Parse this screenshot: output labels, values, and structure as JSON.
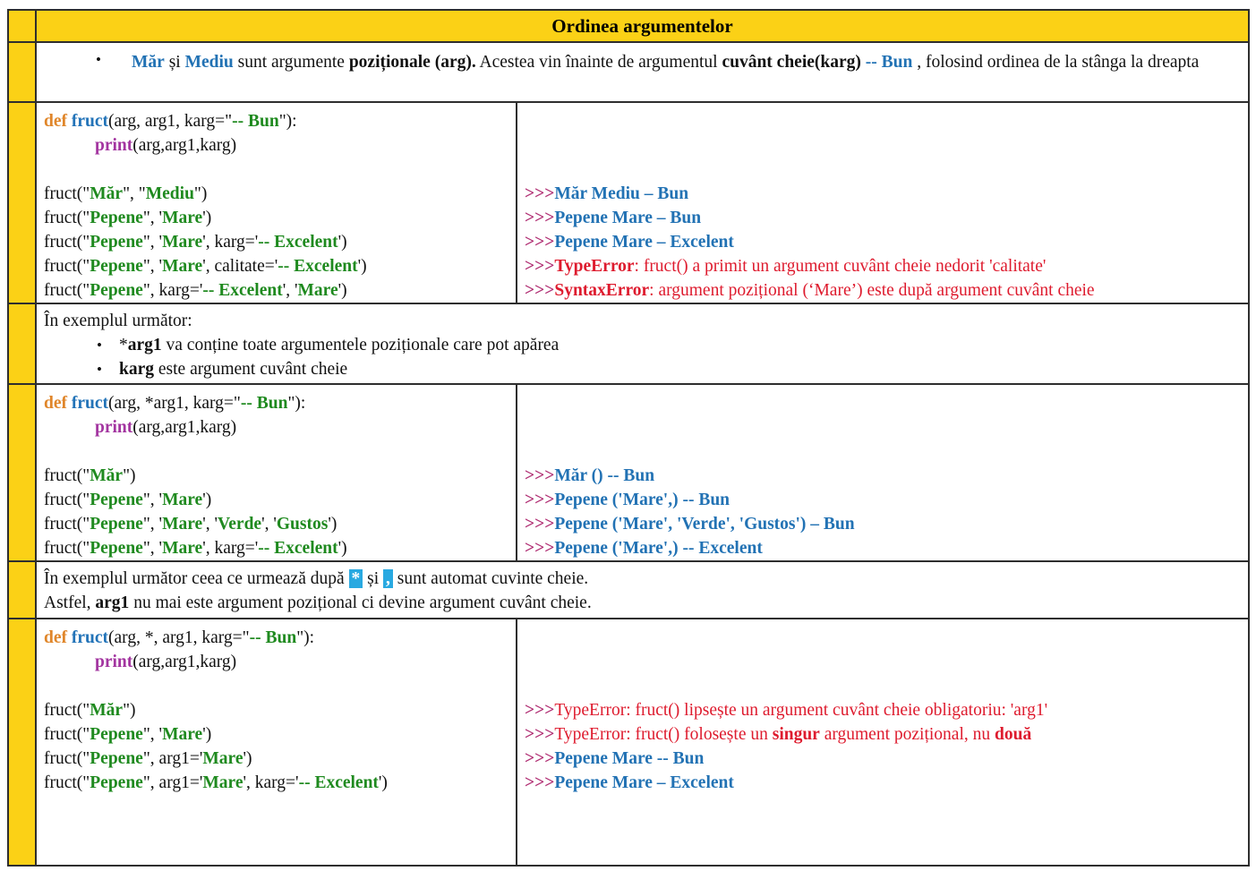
{
  "title": "Ordinea argumentelor",
  "colors": {
    "accent_yellow": "#FBD116",
    "keyword_orange": "#E0862A",
    "function_blue": "#2273B8",
    "print_magenta": "#A335A0",
    "string_green": "#1F8A1F",
    "prompt_magenta": "#B02D72",
    "output_blue": "#2272B4",
    "error_red": "#DE1B2E",
    "highlight_cyan": "#29A9E1"
  },
  "intro": {
    "bullet": "•",
    "segments": [
      {
        "c": "blue",
        "t": "Măr"
      },
      {
        "c": "pl",
        "t": " și "
      },
      {
        "c": "blue",
        "t": "Mediu"
      },
      {
        "c": "pl",
        "t": " sunt argumente "
      },
      {
        "c": "b",
        "t": "poziționale (arg)."
      },
      {
        "c": "pl",
        "t": " Acestea vin înainte de argumentul "
      },
      {
        "c": "b",
        "t": "cuvânt cheie(karg)"
      },
      {
        "c": "pl",
        "t": " "
      },
      {
        "c": "blue",
        "t": "-- Bun"
      },
      {
        "c": "pl",
        "t": " , folosind ordinea de la stânga la dreapta"
      }
    ]
  },
  "code1": {
    "lines": [
      {
        "seg": [
          {
            "c": "kw",
            "t": "def"
          },
          {
            "c": "pl",
            "t": " "
          },
          {
            "c": "fn",
            "t": "fruct"
          },
          {
            "c": "pl",
            "t": "(arg, arg1, karg=\""
          },
          {
            "c": "str",
            "t": "-- Bun"
          },
          {
            "c": "pl",
            "t": "\"):"
          }
        ]
      },
      {
        "ind": true,
        "seg": [
          {
            "c": "pr",
            "t": "print"
          },
          {
            "c": "pl",
            "t": "(arg,arg1,karg)"
          }
        ]
      },
      {
        "seg": []
      },
      {
        "seg": [
          {
            "c": "pl",
            "t": "fruct(\""
          },
          {
            "c": "str",
            "t": "Măr"
          },
          {
            "c": "pl",
            "t": "\", \""
          },
          {
            "c": "str",
            "t": "Mediu"
          },
          {
            "c": "pl",
            "t": "\")"
          }
        ]
      },
      {
        "seg": [
          {
            "c": "pl",
            "t": "fruct(\""
          },
          {
            "c": "str",
            "t": "Pepene"
          },
          {
            "c": "pl",
            "t": "\", '"
          },
          {
            "c": "str",
            "t": "Mare"
          },
          {
            "c": "pl",
            "t": "')"
          }
        ]
      },
      {
        "seg": [
          {
            "c": "pl",
            "t": "fruct(\""
          },
          {
            "c": "str",
            "t": "Pepene"
          },
          {
            "c": "pl",
            "t": "\", '"
          },
          {
            "c": "str",
            "t": "Mare"
          },
          {
            "c": "pl",
            "t": "', karg='"
          },
          {
            "c": "str",
            "t": "-- Excelent"
          },
          {
            "c": "pl",
            "t": "')"
          }
        ]
      },
      {
        "seg": [
          {
            "c": "pl",
            "t": "fruct(\""
          },
          {
            "c": "str",
            "t": "Pepene"
          },
          {
            "c": "pl",
            "t": "\", '"
          },
          {
            "c": "str",
            "t": "Mare"
          },
          {
            "c": "pl",
            "t": "', calitate='"
          },
          {
            "c": "str",
            "t": "-- Excelent"
          },
          {
            "c": "pl",
            "t": "')"
          }
        ]
      },
      {
        "seg": [
          {
            "c": "pl",
            "t": "fruct(\""
          },
          {
            "c": "str",
            "t": "Pepene"
          },
          {
            "c": "pl",
            "t": "\", karg='"
          },
          {
            "c": "str",
            "t": "-- Excelent"
          },
          {
            "c": "pl",
            "t": "', '"
          },
          {
            "c": "str",
            "t": "Mare"
          },
          {
            "c": "pl",
            "t": "')"
          }
        ]
      }
    ]
  },
  "out1": {
    "lines": [
      {
        "seg": []
      },
      {
        "seg": []
      },
      {
        "seg": []
      },
      {
        "seg": [
          {
            "c": "prompt",
            "t": ">>>"
          },
          {
            "c": "out",
            "t": "Măr Mediu – Bun"
          }
        ]
      },
      {
        "seg": [
          {
            "c": "prompt",
            "t": ">>>"
          },
          {
            "c": "out",
            "t": "Pepene Mare – Bun"
          }
        ]
      },
      {
        "seg": [
          {
            "c": "prompt",
            "t": ">>>"
          },
          {
            "c": "out",
            "t": "Pepene Mare – Excelent"
          }
        ]
      },
      {
        "seg": [
          {
            "c": "prompt",
            "t": ">>>"
          },
          {
            "c": "errb",
            "t": "TypeError"
          },
          {
            "c": "err",
            "t": ": fruct() a primit un argument cuvânt cheie nedorit 'calitate'"
          }
        ]
      },
      {
        "seg": [
          {
            "c": "prompt",
            "t": ">>>"
          },
          {
            "c": "errb",
            "t": "SyntaxError"
          },
          {
            "c": "err",
            "t": ": argument pozițional (‘Mare’) este după argument cuvânt cheie"
          }
        ]
      }
    ]
  },
  "note1": {
    "lines": [
      {
        "seg": [
          {
            "c": "pl",
            "t": "În exemplul următor:"
          }
        ]
      },
      {
        "bullet": "•",
        "seg": [
          {
            "c": "pl",
            "t": "*"
          },
          {
            "c": "b",
            "t": "arg1"
          },
          {
            "c": "pl",
            "t": " va conține toate argumentele poziționale care pot apărea"
          }
        ]
      },
      {
        "bullet": "•",
        "seg": [
          {
            "c": "b",
            "t": "karg"
          },
          {
            "c": "pl",
            "t": " este argument cuvânt cheie"
          }
        ]
      }
    ]
  },
  "code2": {
    "lines": [
      {
        "seg": [
          {
            "c": "kw",
            "t": "def"
          },
          {
            "c": "pl",
            "t": " "
          },
          {
            "c": "fn",
            "t": "fruct"
          },
          {
            "c": "pl",
            "t": "(arg, *arg1, karg=\""
          },
          {
            "c": "str",
            "t": "-- Bun"
          },
          {
            "c": "pl",
            "t": "\"):"
          }
        ]
      },
      {
        "ind": true,
        "seg": [
          {
            "c": "pr",
            "t": "print"
          },
          {
            "c": "pl",
            "t": "(arg,arg1,karg)"
          }
        ]
      },
      {
        "seg": []
      },
      {
        "seg": [
          {
            "c": "pl",
            "t": "fruct(\""
          },
          {
            "c": "str",
            "t": "Măr"
          },
          {
            "c": "pl",
            "t": "\")"
          }
        ]
      },
      {
        "seg": [
          {
            "c": "pl",
            "t": "fruct(\""
          },
          {
            "c": "str",
            "t": "Pepene"
          },
          {
            "c": "pl",
            "t": "\", '"
          },
          {
            "c": "str",
            "t": "Mare"
          },
          {
            "c": "pl",
            "t": "')"
          }
        ]
      },
      {
        "seg": [
          {
            "c": "pl",
            "t": "fruct(\""
          },
          {
            "c": "str",
            "t": "Pepene"
          },
          {
            "c": "pl",
            "t": "\", '"
          },
          {
            "c": "str",
            "t": "Mare"
          },
          {
            "c": "pl",
            "t": "', '"
          },
          {
            "c": "str",
            "t": "Verde"
          },
          {
            "c": "pl",
            "t": "', '"
          },
          {
            "c": "str",
            "t": "Gustos"
          },
          {
            "c": "pl",
            "t": "')"
          }
        ]
      },
      {
        "seg": [
          {
            "c": "pl",
            "t": "fruct(\""
          },
          {
            "c": "str",
            "t": "Pepene"
          },
          {
            "c": "pl",
            "t": "\", '"
          },
          {
            "c": "str",
            "t": "Mare"
          },
          {
            "c": "pl",
            "t": "', karg='"
          },
          {
            "c": "str",
            "t": "-- Excelent"
          },
          {
            "c": "pl",
            "t": "')"
          }
        ]
      }
    ]
  },
  "out2": {
    "lines": [
      {
        "seg": []
      },
      {
        "seg": []
      },
      {
        "seg": []
      },
      {
        "seg": [
          {
            "c": "prompt",
            "t": ">>>"
          },
          {
            "c": "out",
            "t": "Măr () -- Bun"
          }
        ]
      },
      {
        "seg": [
          {
            "c": "prompt",
            "t": ">>>"
          },
          {
            "c": "out",
            "t": "Pepene ('Mare',) -- Bun"
          }
        ]
      },
      {
        "seg": [
          {
            "c": "prompt",
            "t": ">>>"
          },
          {
            "c": "out",
            "t": "Pepene ('Mare', 'Verde', 'Gustos') – Bun"
          }
        ]
      },
      {
        "seg": [
          {
            "c": "prompt",
            "t": ">>>"
          },
          {
            "c": "out",
            "t": "Pepene ('Mare',) -- Excelent"
          }
        ]
      }
    ]
  },
  "note2": {
    "lines": [
      {
        "seg": [
          {
            "c": "pl",
            "t": "În exemplul următor ceea ce urmează după "
          },
          {
            "c": "hl",
            "t": "*"
          },
          {
            "c": "pl",
            "t": " și "
          },
          {
            "c": "hl",
            "t": ","
          },
          {
            "c": "pl",
            "t": " sunt automat cuvinte cheie."
          }
        ]
      },
      {
        "seg": [
          {
            "c": "pl",
            "t": "Astfel, "
          },
          {
            "c": "b",
            "t": "arg1"
          },
          {
            "c": "pl",
            "t": " nu mai este argument pozițional ci devine argument cuvânt cheie."
          }
        ]
      }
    ]
  },
  "code3": {
    "lines": [
      {
        "seg": [
          {
            "c": "kw",
            "t": "def"
          },
          {
            "c": "pl",
            "t": " "
          },
          {
            "c": "fn",
            "t": "fruct"
          },
          {
            "c": "pl",
            "t": "(arg, *, arg1, karg=\""
          },
          {
            "c": "str",
            "t": "-- Bun"
          },
          {
            "c": "pl",
            "t": "\"):"
          }
        ]
      },
      {
        "ind": true,
        "seg": [
          {
            "c": "pr",
            "t": "print"
          },
          {
            "c": "pl",
            "t": "(arg,arg1,karg)"
          }
        ]
      },
      {
        "seg": []
      },
      {
        "seg": [
          {
            "c": "pl",
            "t": "fruct(\""
          },
          {
            "c": "str",
            "t": "Măr"
          },
          {
            "c": "pl",
            "t": "\")"
          }
        ]
      },
      {
        "seg": [
          {
            "c": "pl",
            "t": "fruct(\""
          },
          {
            "c": "str",
            "t": "Pepene"
          },
          {
            "c": "pl",
            "t": "\", '"
          },
          {
            "c": "str",
            "t": "Mare"
          },
          {
            "c": "pl",
            "t": "')"
          }
        ]
      },
      {
        "seg": [
          {
            "c": "pl",
            "t": "fruct(\""
          },
          {
            "c": "str",
            "t": "Pepene"
          },
          {
            "c": "pl",
            "t": "\", arg1='"
          },
          {
            "c": "str",
            "t": "Mare"
          },
          {
            "c": "pl",
            "t": "')"
          }
        ]
      },
      {
        "seg": [
          {
            "c": "pl",
            "t": "fruct(\""
          },
          {
            "c": "str",
            "t": "Pepene"
          },
          {
            "c": "pl",
            "t": "\", arg1='"
          },
          {
            "c": "str",
            "t": "Mare"
          },
          {
            "c": "pl",
            "t": "', karg='"
          },
          {
            "c": "str",
            "t": "-- Excelent"
          },
          {
            "c": "pl",
            "t": "')"
          }
        ]
      }
    ]
  },
  "out3": {
    "lines": [
      {
        "seg": []
      },
      {
        "seg": []
      },
      {
        "seg": []
      },
      {
        "seg": [
          {
            "c": "prompt",
            "t": ">>>"
          },
          {
            "c": "err",
            "t": "TypeError: fruct() lipsește un argument cuvânt cheie obligatoriu: 'arg1'"
          }
        ]
      },
      {
        "seg": [
          {
            "c": "prompt",
            "t": ">>>"
          },
          {
            "c": "err",
            "t": "TypeError: fruct() folosește un "
          },
          {
            "c": "errb",
            "t": "singur"
          },
          {
            "c": "err",
            "t": " argument pozițional, nu "
          },
          {
            "c": "errb",
            "t": "două"
          }
        ]
      },
      {
        "seg": [
          {
            "c": "prompt",
            "t": ">>>"
          },
          {
            "c": "out",
            "t": "Pepene Mare -- Bun"
          }
        ]
      },
      {
        "seg": [
          {
            "c": "prompt",
            "t": ">>>"
          },
          {
            "c": "out",
            "t": "Pepene Mare – Excelent"
          }
        ]
      }
    ]
  }
}
